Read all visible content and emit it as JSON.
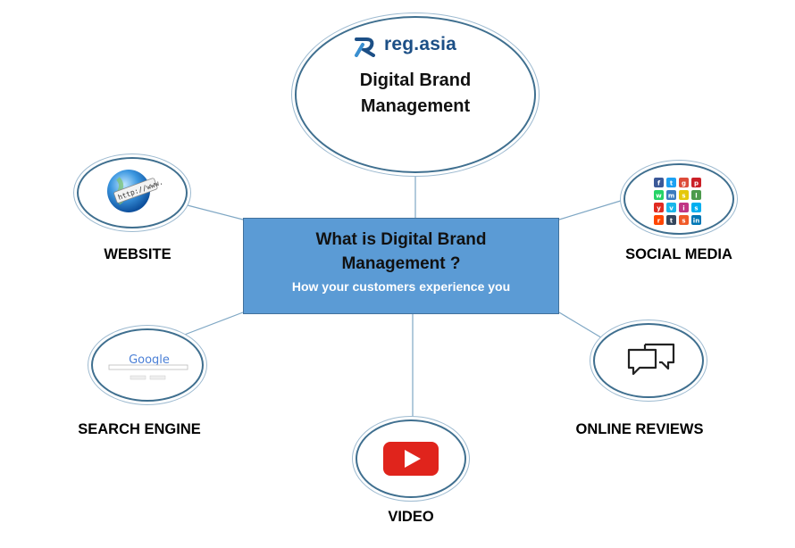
{
  "brand": {
    "logo_text": "reg.asia"
  },
  "top_node": {
    "title": "Digital Brand Management"
  },
  "center": {
    "title": "What is Digital Brand Management ?",
    "subtitle": "How your customers experience you"
  },
  "nodes": {
    "website": {
      "label": "WEBSITE",
      "icon": "globe-icon",
      "icon_text": "http://www."
    },
    "social_media": {
      "label": "SOCIAL MEDIA",
      "icon": "social-media-icons-grid"
    },
    "search_engine": {
      "label": "SEARCH ENGINE",
      "icon": "google-search-icon",
      "icon_text": "Google"
    },
    "online_reviews": {
      "label": "ONLINE REVIEWS",
      "icon": "speech-bubbles-icon"
    },
    "video": {
      "label": "VIDEO",
      "icon": "youtube-play-icon"
    }
  },
  "colors": {
    "center_fill": "#5b9bd5",
    "ellipse_border": "#3f6f8f",
    "connector": "#7fa7c4",
    "brand_blue": "#1c4f86",
    "video_red": "#e0241c"
  }
}
